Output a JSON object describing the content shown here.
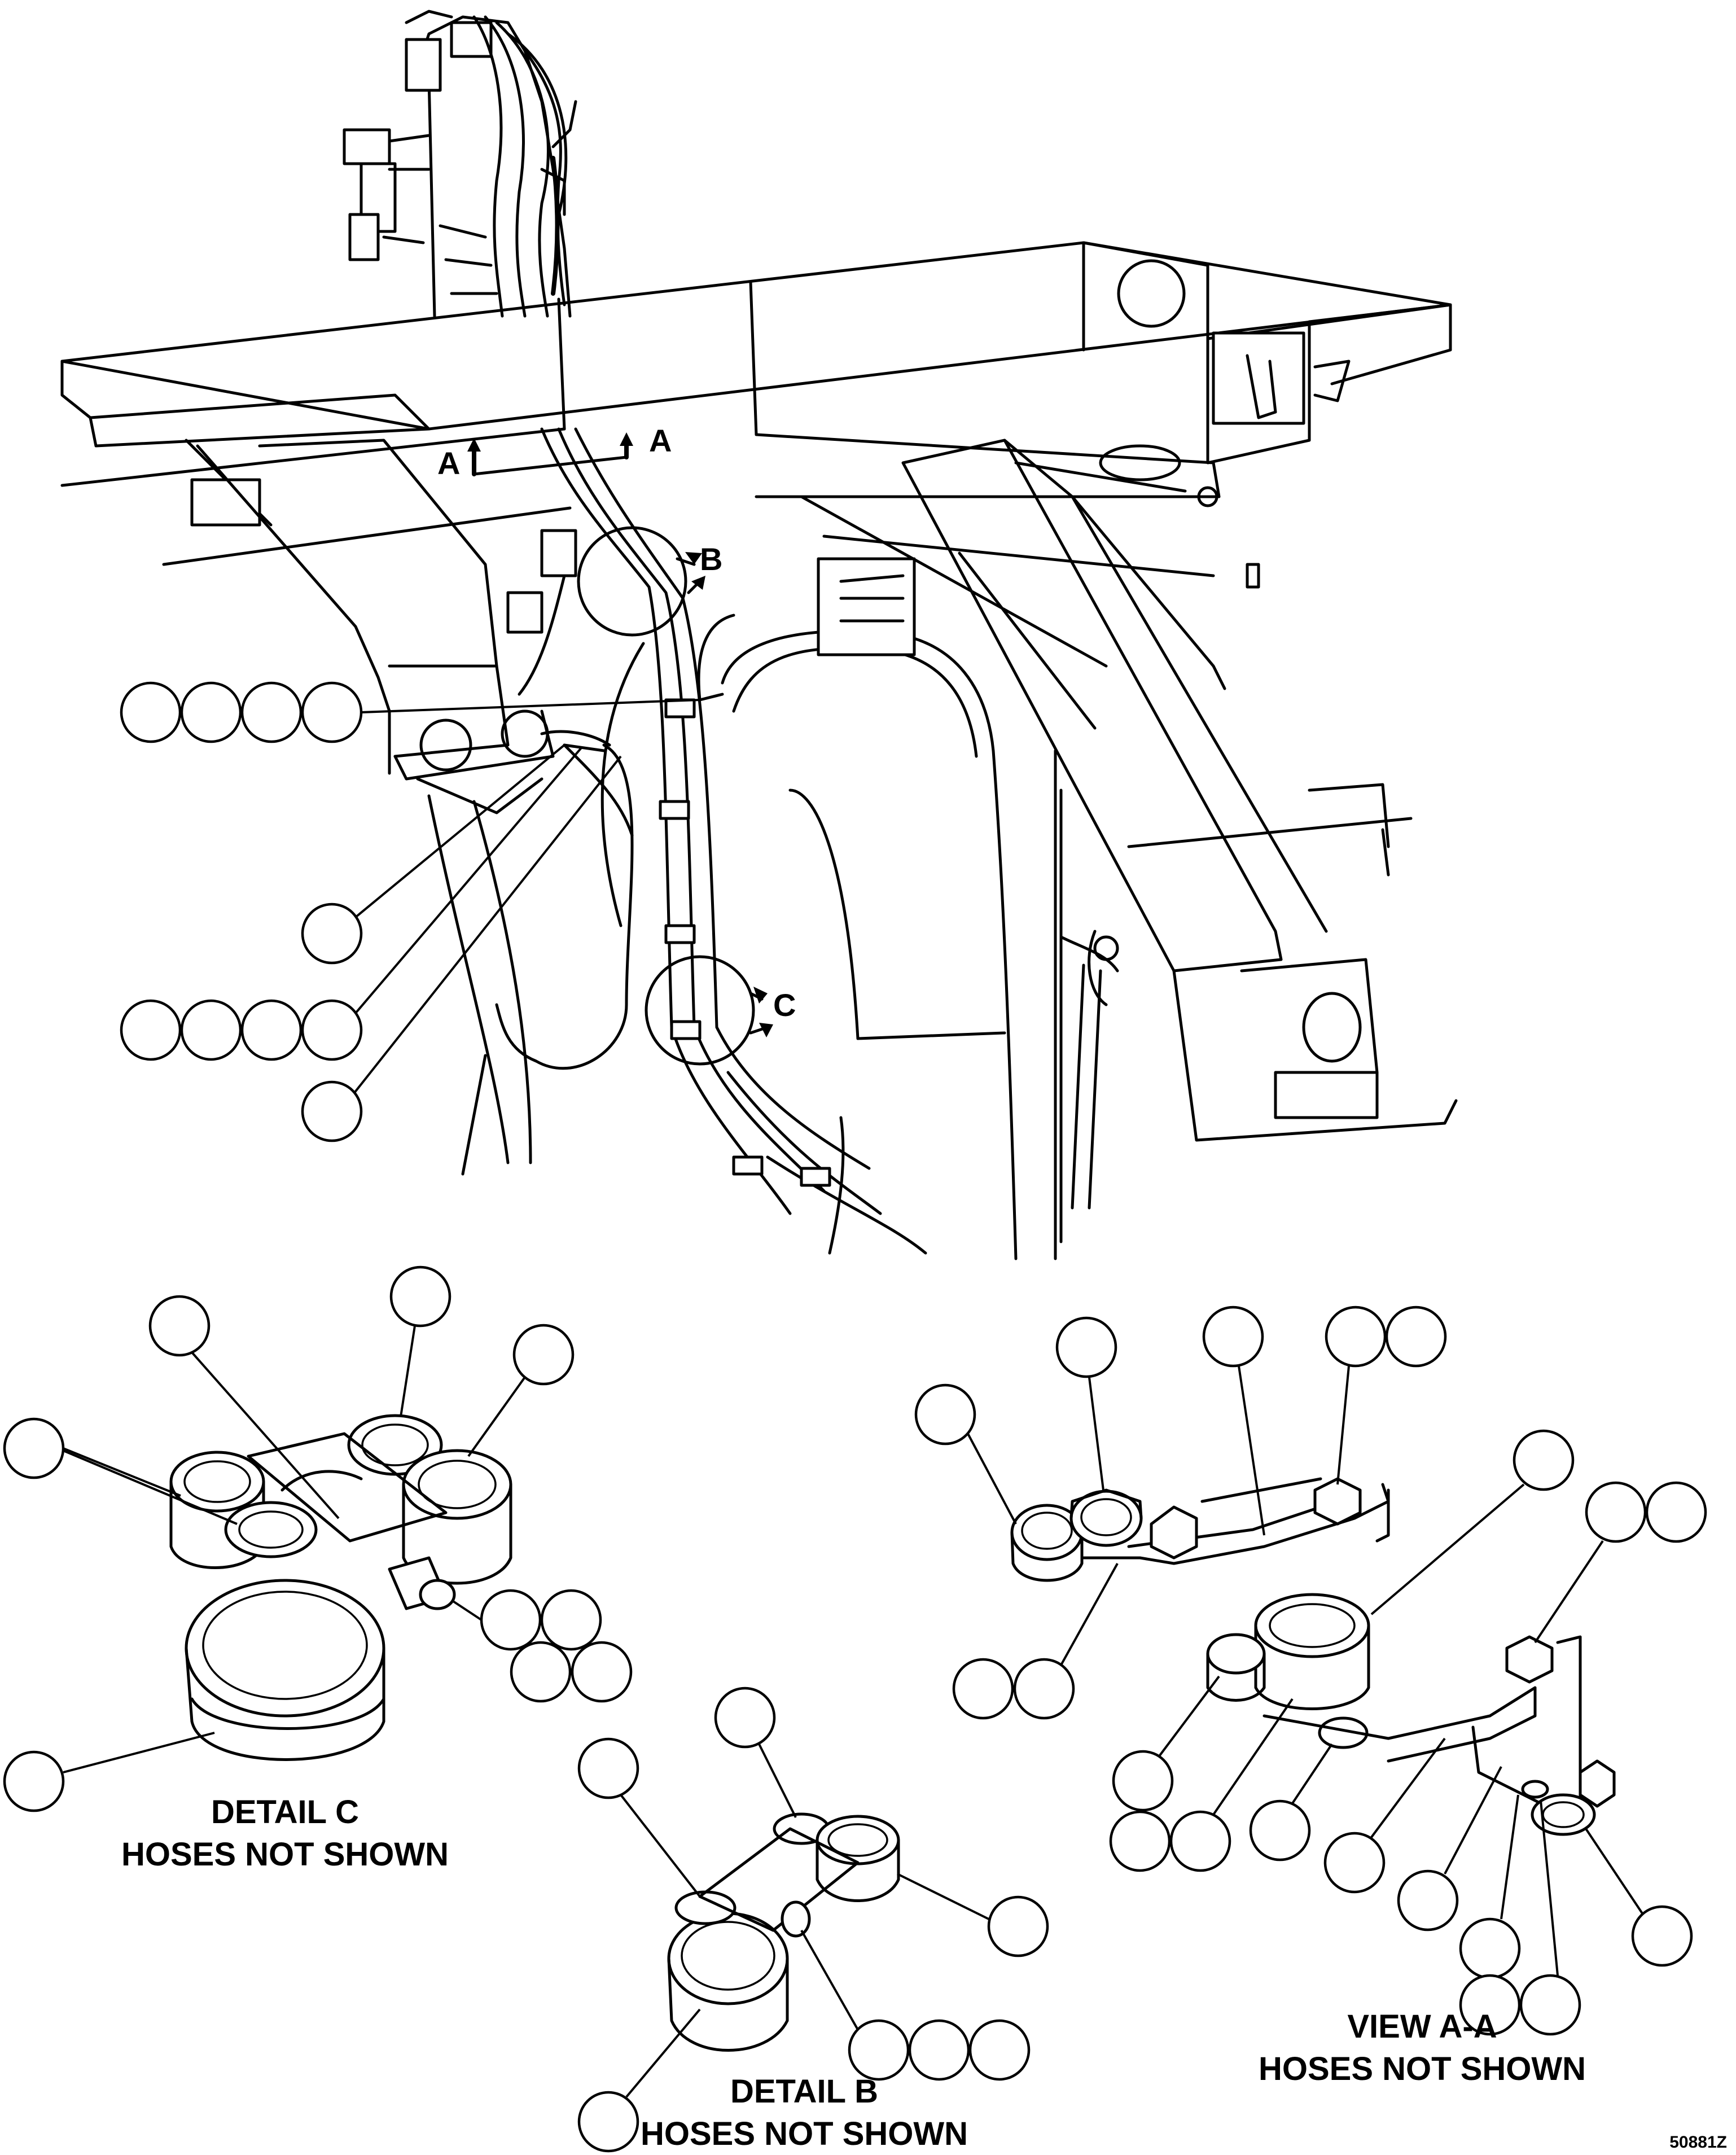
{
  "captions": {
    "detail_c_line1": "DETAIL C",
    "detail_c_line2": "HOSES NOT SHOWN",
    "detail_b_line1": "DETAIL B",
    "detail_b_line2": "HOSES NOT SHOWN",
    "view_aa_line1": "VIEW A-A",
    "view_aa_line2": "HOSES NOT SHOWN"
  },
  "view_markers": {
    "a_left": "A",
    "a_right": "A",
    "b": "B",
    "c": "C"
  },
  "figure_number": "50881Z"
}
